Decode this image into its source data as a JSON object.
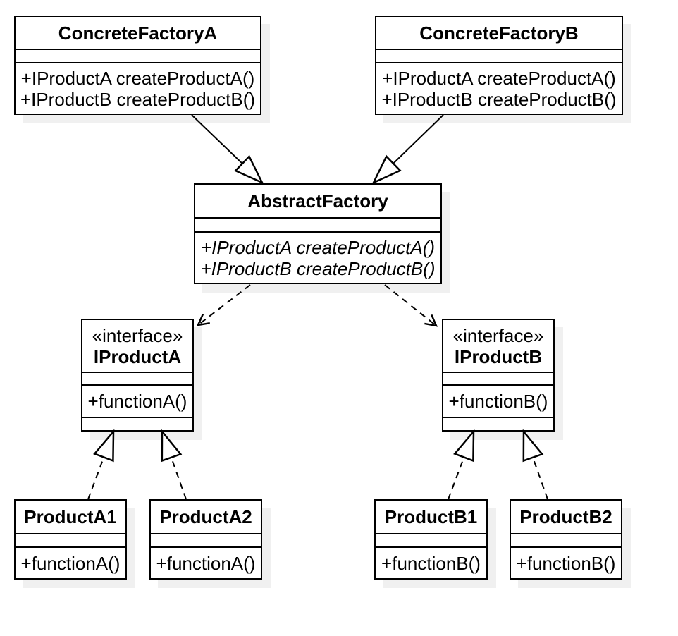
{
  "colors": {
    "stroke": "#000000",
    "box_fill": "#ffffff",
    "shadow": "#f0f0f0",
    "background": "#ffffff"
  },
  "classes": {
    "concrete_factory_a": {
      "name": "ConcreteFactoryA",
      "methods": [
        "+IProductA createProductA()",
        "+IProductB createProductB()"
      ]
    },
    "concrete_factory_b": {
      "name": "ConcreteFactoryB",
      "methods": [
        "+IProductA createProductA()",
        "+IProductB createProductB()"
      ]
    },
    "abstract_factory": {
      "name": "AbstractFactory",
      "abstract_methods": true,
      "methods": [
        "+IProductA createProductA()",
        "+IProductB createProductB()"
      ]
    },
    "i_product_a": {
      "stereotype": "«interface»",
      "name": "IProductA",
      "methods": [
        "+functionA()"
      ]
    },
    "i_product_b": {
      "stereotype": "«interface»",
      "name": "IProductB",
      "methods": [
        "+functionB()"
      ]
    },
    "product_a1": {
      "name": "ProductA1",
      "methods": [
        "+functionA()"
      ]
    },
    "product_a2": {
      "name": "ProductA2",
      "methods": [
        "+functionA()"
      ]
    },
    "product_b1": {
      "name": "ProductB1",
      "methods": [
        "+functionB()"
      ]
    },
    "product_b2": {
      "name": "ProductB2",
      "methods": [
        "+functionB()"
      ]
    }
  },
  "relationships": [
    {
      "type": "generalization",
      "from": "ConcreteFactoryA",
      "to": "AbstractFactory",
      "line": "solid",
      "arrowhead": "hollow-triangle"
    },
    {
      "type": "generalization",
      "from": "ConcreteFactoryB",
      "to": "AbstractFactory",
      "line": "solid",
      "arrowhead": "hollow-triangle"
    },
    {
      "type": "dependency",
      "from": "AbstractFactory",
      "to": "IProductA",
      "line": "dashed",
      "arrowhead": "open"
    },
    {
      "type": "dependency",
      "from": "AbstractFactory",
      "to": "IProductB",
      "line": "dashed",
      "arrowhead": "open"
    },
    {
      "type": "realization",
      "from": "ProductA1",
      "to": "IProductA",
      "line": "dashed",
      "arrowhead": "hollow-triangle"
    },
    {
      "type": "realization",
      "from": "ProductA2",
      "to": "IProductA",
      "line": "dashed",
      "arrowhead": "hollow-triangle"
    },
    {
      "type": "realization",
      "from": "ProductB1",
      "to": "IProductB",
      "line": "dashed",
      "arrowhead": "hollow-triangle"
    },
    {
      "type": "realization",
      "from": "ProductB2",
      "to": "IProductB",
      "line": "dashed",
      "arrowhead": "hollow-triangle"
    }
  ]
}
